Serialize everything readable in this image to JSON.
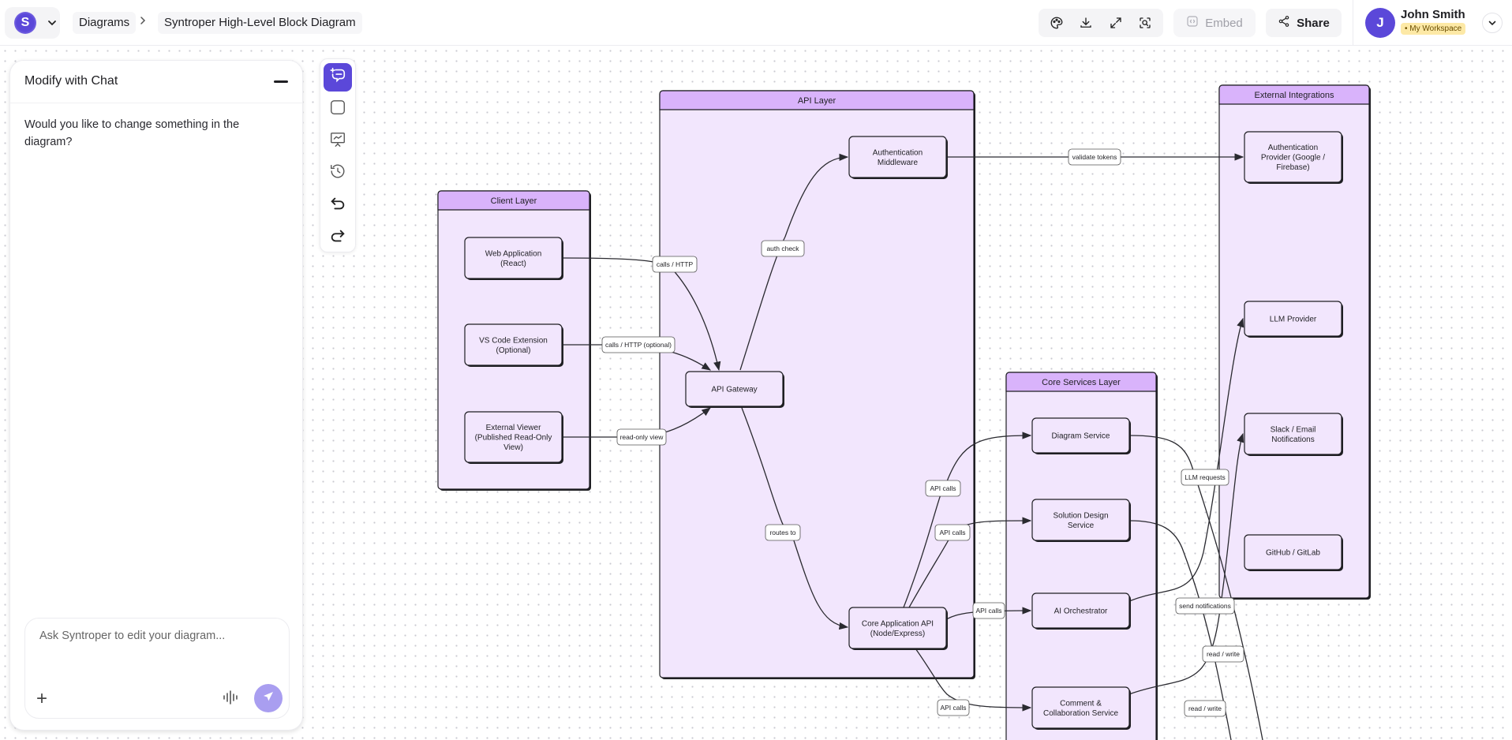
{
  "header": {
    "logo_letter": "S",
    "breadcrumb": [
      "Diagrams",
      "Syntroper High-Level Block Diagram"
    ],
    "toolbar_icons": [
      "palette-icon",
      "download-icon",
      "expand-icon",
      "focus-scan-icon"
    ],
    "embed_label": "Embed",
    "share_label": "Share",
    "user": {
      "initial": "J",
      "name": "John Smith",
      "workspace": "• My Workspace"
    }
  },
  "chat": {
    "title": "Modify with Chat",
    "message": "Would you like to change something in the diagram?",
    "input_placeholder": "Ask Syntroper to edit your diagram...",
    "input_value": ""
  },
  "side_toolbar": {
    "items": [
      {
        "name": "chat-toggle",
        "icon": "chat-sparkle-icon",
        "active": true
      },
      {
        "name": "shape",
        "icon": "square-icon",
        "active": false
      },
      {
        "name": "present",
        "icon": "presentation-icon",
        "active": false
      },
      {
        "name": "history",
        "icon": "history-icon",
        "active": false
      },
      {
        "name": "undo",
        "icon": "undo-icon",
        "active": false
      },
      {
        "name": "redo",
        "icon": "redo-icon",
        "active": false
      }
    ]
  },
  "colors": {
    "accent": "#5b48d9",
    "group_header": "#d9b3fb",
    "group_body": "#f2e6fd",
    "node_fill": "#f2e6fd",
    "stroke": "#1f1f23"
  },
  "diagram": {
    "groups": [
      {
        "id": "client",
        "title": "Client Layer"
      },
      {
        "id": "api",
        "title": "API Layer"
      },
      {
        "id": "core",
        "title": "Core Services Layer"
      },
      {
        "id": "ext",
        "title": "External Integrations"
      }
    ],
    "nodes": [
      {
        "id": "webapp",
        "group": "client",
        "lines": [
          "Web Application",
          "(React)"
        ]
      },
      {
        "id": "vscode",
        "group": "client",
        "lines": [
          "VS Code Extension",
          "(Optional)"
        ]
      },
      {
        "id": "viewer",
        "group": "client",
        "lines": [
          "External Viewer",
          "(Published Read-Only",
          "View)"
        ]
      },
      {
        "id": "authmw",
        "group": "api",
        "lines": [
          "Authentication",
          "Middleware"
        ]
      },
      {
        "id": "gateway",
        "group": "api",
        "lines": [
          "API Gateway"
        ]
      },
      {
        "id": "coreapi",
        "group": "api",
        "lines": [
          "Core Application API",
          "(Node/Express)"
        ]
      },
      {
        "id": "diagsvc",
        "group": "core",
        "lines": [
          "Diagram Service"
        ]
      },
      {
        "id": "soldesign",
        "group": "core",
        "lines": [
          "Solution Design",
          "Service"
        ]
      },
      {
        "id": "aiorch",
        "group": "core",
        "lines": [
          "AI Orchestrator"
        ]
      },
      {
        "id": "comment",
        "group": "core",
        "lines": [
          "Comment &",
          "Collaboration Service"
        ]
      },
      {
        "id": "authprov",
        "group": "ext",
        "lines": [
          "Authentication",
          "Provider (Google /",
          "Firebase)"
        ]
      },
      {
        "id": "llm",
        "group": "ext",
        "lines": [
          "LLM Provider"
        ]
      },
      {
        "id": "slack",
        "group": "ext",
        "lines": [
          "Slack / Email",
          "Notifications"
        ]
      },
      {
        "id": "github",
        "group": "ext",
        "lines": [
          "GitHub / GitLab"
        ]
      }
    ],
    "edges": [
      {
        "from": "webapp",
        "to": "gateway",
        "label": "calls / HTTP"
      },
      {
        "from": "vscode",
        "to": "gateway",
        "label": "calls / HTTP (optional)"
      },
      {
        "from": "viewer",
        "to": "gateway",
        "label": "read-only view"
      },
      {
        "from": "gateway",
        "to": "authmw",
        "label": "auth check"
      },
      {
        "from": "authmw",
        "to": "authprov",
        "label": "validate tokens"
      },
      {
        "from": "gateway",
        "to": "coreapi",
        "label": "routes to"
      },
      {
        "from": "coreapi",
        "to": "diagsvc",
        "label": "API calls"
      },
      {
        "from": "coreapi",
        "to": "soldesign",
        "label": "API calls"
      },
      {
        "from": "coreapi",
        "to": "aiorch",
        "label": "API calls"
      },
      {
        "from": "coreapi",
        "to": "comment",
        "label": "API calls"
      },
      {
        "from": "aiorch",
        "to": "llm",
        "label": "LLM requests"
      },
      {
        "from": "comment",
        "to": "slack",
        "label": "send notifications"
      },
      {
        "from": "diagsvc",
        "to": "offscreen",
        "label": "read / write"
      },
      {
        "from": "soldesign",
        "to": "offscreen",
        "label": "read / write"
      }
    ]
  }
}
